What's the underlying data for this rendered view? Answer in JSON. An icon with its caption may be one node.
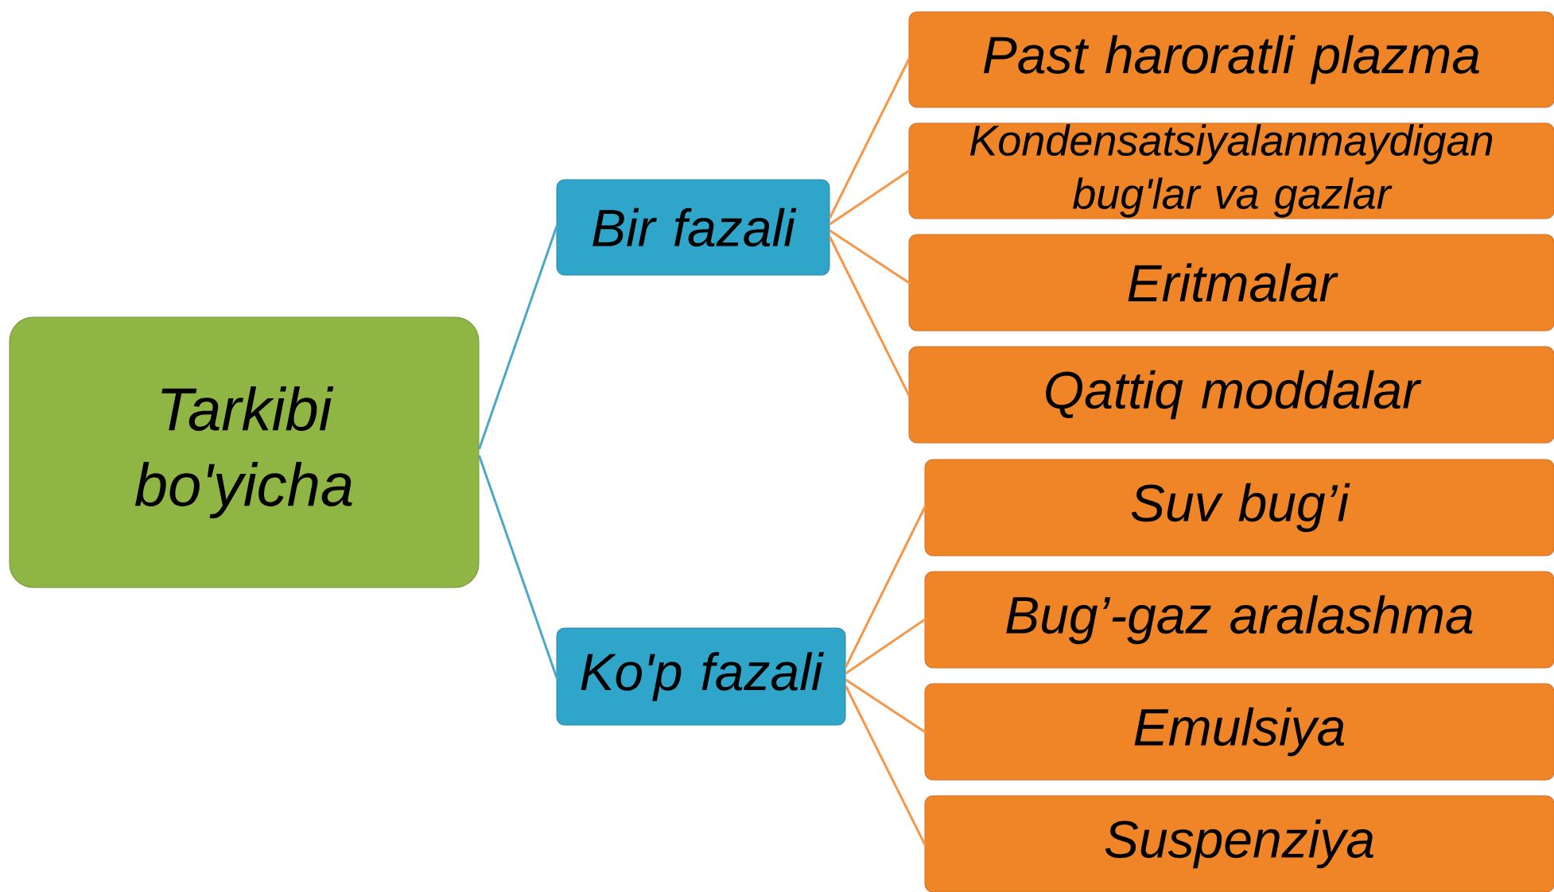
{
  "diagram": {
    "nodes": [
      {
        "text": [
          "Tarkibi bo'yicha"
        ]
      },
      {
        "text": [
          "Bir fazali"
        ]
      },
      {
        "text": [
          "Ko'p fazali"
        ]
      },
      {
        "text": [
          "Past haroratli plazma"
        ]
      },
      {
        "text": [
          "Kondensatsiyalanmaydigan bug'lar va gazlar"
        ]
      },
      {
        "text": [
          "Eritmalar"
        ]
      },
      {
        "text": [
          "Qattiq moddalar"
        ]
      },
      {
        "text": [
          "Suv bug’i"
        ]
      },
      {
        "text": [
          "Bug’-gaz aralashma"
        ]
      },
      {
        "text": [
          "Emulsiya"
        ]
      },
      {
        "text": [
          "Suspenziya"
        ]
      }
    ],
    "edges": [
      {
        "from": 0,
        "to": 1,
        "arrow": "none",
        "color": "#4aa8c8"
      },
      {
        "from": 0,
        "to": 2,
        "arrow": "none",
        "color": "#4aa8c8"
      },
      {
        "from": 1,
        "to": 3,
        "arrow": "none"
      },
      {
        "from": 1,
        "to": 4,
        "arrow": "none"
      },
      {
        "from": 1,
        "to": 5,
        "arrow": "none"
      },
      {
        "from": 1,
        "to": 6,
        "arrow": "none"
      },
      {
        "from": 2,
        "to": 7,
        "arrow": "none"
      },
      {
        "from": 2,
        "to": 8,
        "arrow": "none"
      },
      {
        "from": 2,
        "to": 9,
        "arrow": "none"
      },
      {
        "from": 2,
        "to": 10,
        "arrow": "none"
      }
    ]
  }
}
